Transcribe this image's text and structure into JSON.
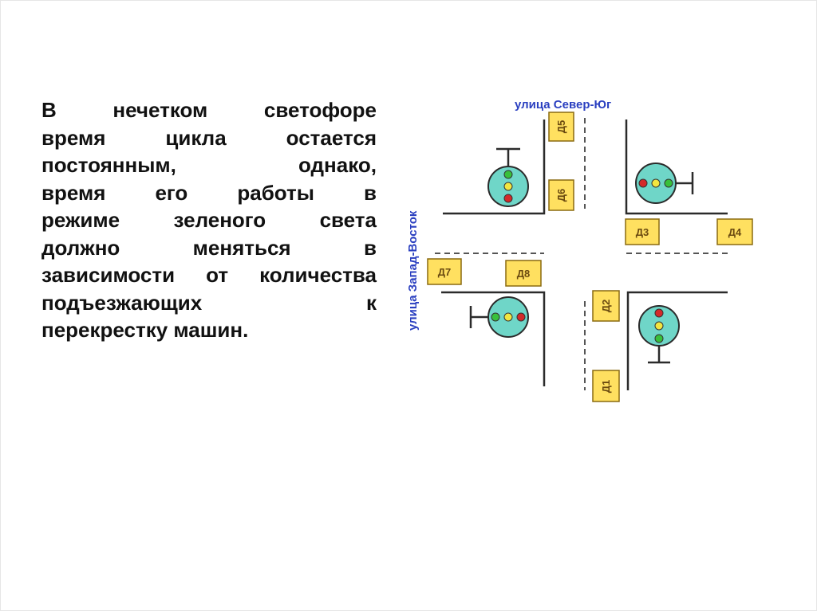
{
  "slide": {
    "paragraph_lines": [
      "В нечетком светофоре",
      "время цикла остается",
      "постоянным, однако,",
      "время его работы в",
      "режиме зеленого света",
      "должно меняться в",
      "зависимости от количества",
      "подъезжающих к",
      "перекрестку машин."
    ]
  },
  "diagram": {
    "street_north_south": "улица Север-Юг",
    "street_west_east": "улица Запад-Восток",
    "sensors": {
      "d1": "Д1",
      "d2": "Д2",
      "d3": "Д3",
      "d4": "Д4",
      "d5": "Д5",
      "d6": "Д6",
      "d7": "Д7",
      "d8": "Д8"
    },
    "colors": {
      "label_blue": "#2a3fc0",
      "road_line": "#2b2b2b",
      "sensor_fill": "#ffe060",
      "sensor_border": "#8a6a10",
      "light_fill": "#6fd6c8",
      "light_red": "#d42a2a",
      "light_yellow": "#f2e640",
      "light_green": "#38c03a"
    }
  }
}
